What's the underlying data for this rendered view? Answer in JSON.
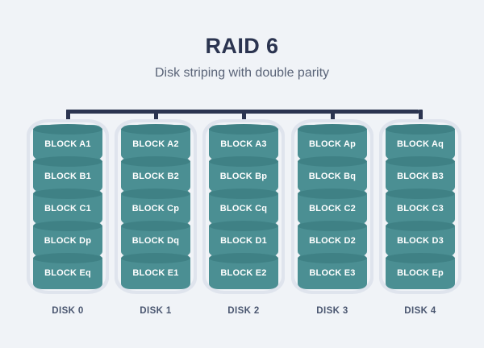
{
  "header": {
    "title": "RAID 6",
    "subtitle": "Disk striping with double parity"
  },
  "colors": {
    "background": "#f0f3f7",
    "bus": "#2b3450",
    "cylinder": "#4b8f93",
    "cylinder_top": "#3f8185",
    "casing": "#dfe4ed",
    "title_text": "#2b3450",
    "subtitle_text": "#5a6478",
    "block_text": "#ffffff",
    "disk_label_text": "#4a5670"
  },
  "diagram": {
    "type": "raid-array",
    "disk_count": 5,
    "blocks_per_disk": 5,
    "disks": [
      {
        "label": "DISK 0",
        "blocks": [
          "BLOCK A1",
          "BLOCK B1",
          "BLOCK C1",
          "BLOCK Dp",
          "BLOCK Eq"
        ]
      },
      {
        "label": "DISK 1",
        "blocks": [
          "BLOCK A2",
          "BLOCK B2",
          "BLOCK Cp",
          "BLOCK Dq",
          "BLOCK E1"
        ]
      },
      {
        "label": "DISK 2",
        "blocks": [
          "BLOCK A3",
          "BLOCK Bp",
          "BLOCK Cq",
          "BLOCK D1",
          "BLOCK E2"
        ]
      },
      {
        "label": "DISK 3",
        "blocks": [
          "BLOCK Ap",
          "BLOCK Bq",
          "BLOCK C2",
          "BLOCK D2",
          "BLOCK E3"
        ]
      },
      {
        "label": "DISK 4",
        "blocks": [
          "BLOCK Aq",
          "BLOCK B3",
          "BLOCK C3",
          "BLOCK D3",
          "BLOCK Ep"
        ]
      }
    ]
  }
}
